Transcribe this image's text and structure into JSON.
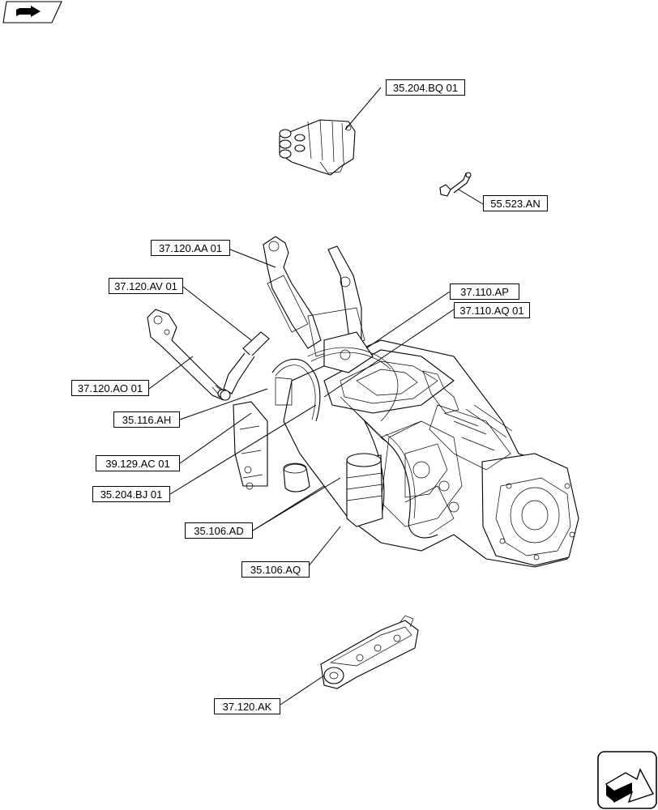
{
  "labels": {
    "valve_block": "35.204.BQ 01",
    "sensor": "55.523.AN",
    "lift_arm": "37.120.AA 01",
    "lift_rod_left": "37.120.AV 01",
    "pipe_ap": "37.110.AP",
    "pipe_aq": "37.110.AQ 01",
    "lower_link": "37.120.AO 01",
    "pipe_ah": "35.116.AH",
    "bracket": "39.129.AC 01",
    "valve_bj": "35.204.BJ 01",
    "filter_ad": "35.106.AD",
    "filter_aq": "35.106.AQ",
    "drawbar": "37.120.AK"
  },
  "icons": {
    "top_left": "book-nav-icon",
    "bottom_right": "next-page-arrow-icon"
  }
}
